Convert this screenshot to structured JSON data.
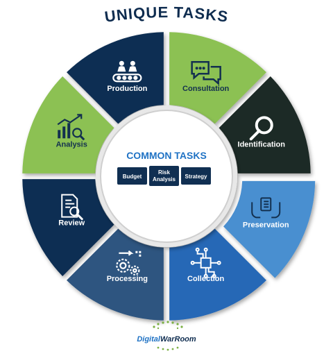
{
  "title": "UNIQUE TASKS",
  "center": {
    "heading": "COMMON TASKS",
    "items": [
      {
        "label": "Budget"
      },
      {
        "label_line1": "Risk",
        "label_line2": "Analysis"
      },
      {
        "label": "Strategy"
      }
    ]
  },
  "segments": [
    {
      "id": "production",
      "label": "Production",
      "icon": "conveyor-workers-icon",
      "color": "#102f52"
    },
    {
      "id": "consultation",
      "label": "Consultation",
      "icon": "chat-bubbles-icon",
      "color": "#8cc152"
    },
    {
      "id": "identification",
      "label": "Identification",
      "icon": "magnifier-icon",
      "color": "#1f2a25"
    },
    {
      "id": "preservation",
      "label": "Preservation",
      "icon": "hands-document-icon",
      "color": "#4a8fd0"
    },
    {
      "id": "collection",
      "label": "Collection",
      "icon": "chip-circuit-icon",
      "color": "#2568b6"
    },
    {
      "id": "processing",
      "label": "Processing",
      "icon": "gears-flow-icon",
      "color": "#2d5480"
    },
    {
      "id": "review",
      "label": "Review",
      "icon": "document-search-icon",
      "color": "#102f52"
    },
    {
      "id": "analysis",
      "label": "Analysis",
      "icon": "bar-chart-search-icon",
      "color": "#8cc152"
    }
  ],
  "logo": {
    "text_part1": "Digital",
    "text_part2": "WarRoom"
  },
  "colors": {
    "title": "#0e2c4f",
    "center_heading": "#1f72c4",
    "pill": "#102f52",
    "logo_green": "#7bb043"
  }
}
